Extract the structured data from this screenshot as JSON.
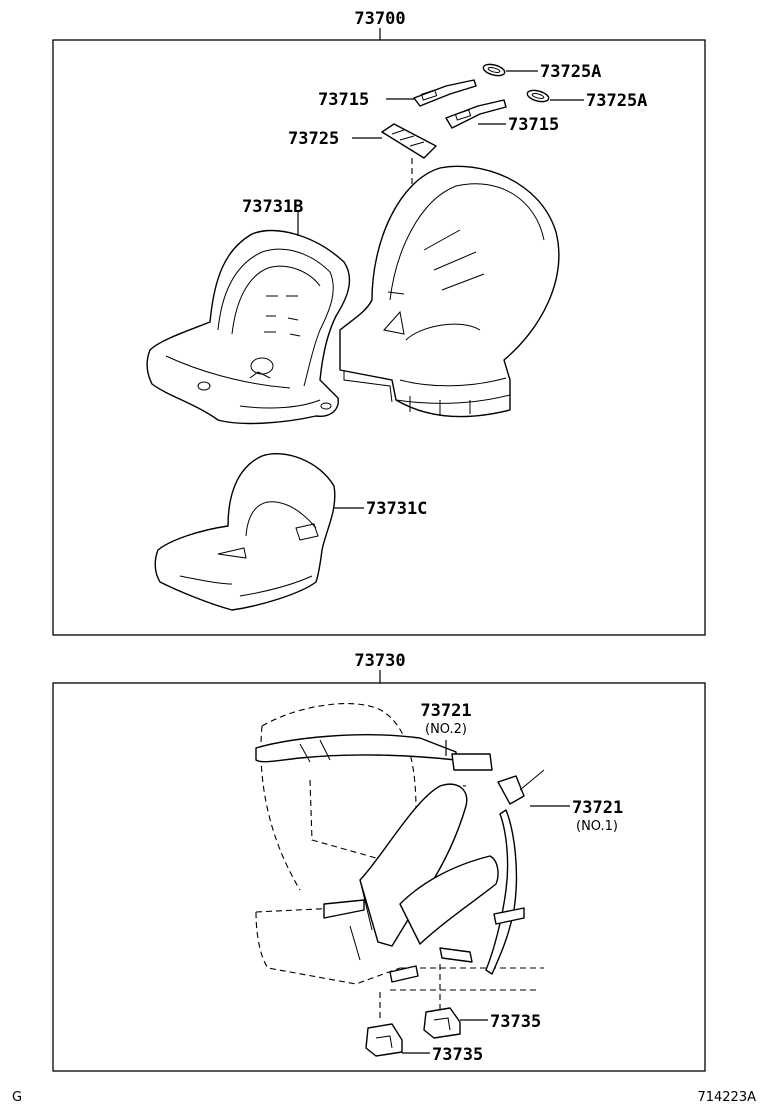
{
  "groups": [
    {
      "label": "73700"
    },
    {
      "label": "73730"
    }
  ],
  "callouts": {
    "c73725A_1": "73725A",
    "c73725A_2": "73725A",
    "c73715_1": "73715",
    "c73715_2": "73715",
    "c73725": "73725",
    "c73731B": "73731B",
    "c73731C": "73731C",
    "c73721_no2": "73721",
    "c73721_no2_sub": "(NO.2)",
    "c73721_no1": "73721",
    "c73721_no1_sub": "(NO.1)",
    "c73735_1": "73735",
    "c73735_2": "73735"
  },
  "footer": {
    "left": "G",
    "right": "714223A"
  }
}
